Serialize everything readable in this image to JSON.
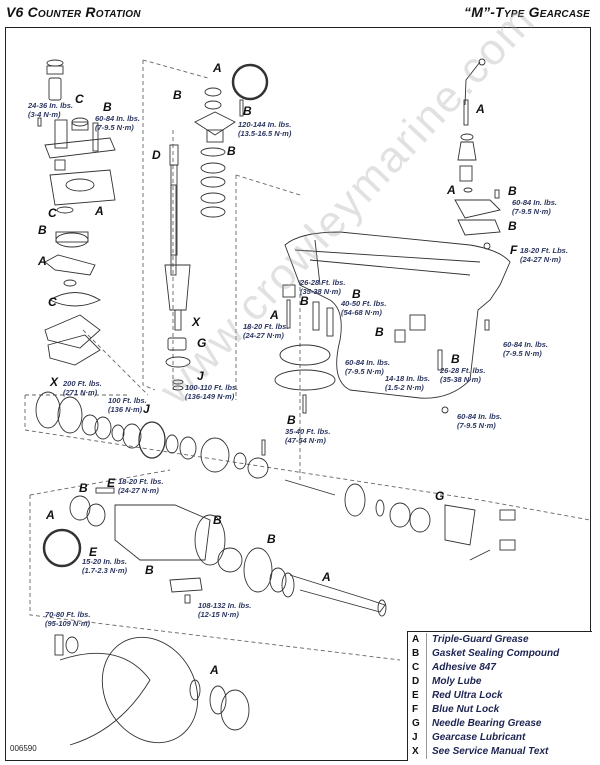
{
  "header": {
    "left_title": "V6 Counter Rotation",
    "right_title": "“M”-Type Gearcase"
  },
  "figure_number": "006590",
  "watermark": "www.crowleymarine.com",
  "labels": [
    {
      "t": "24-36 In. lbs."
    },
    {
      "t": "(3-4 N·m)"
    },
    {
      "t": "C"
    },
    {
      "t": "B"
    },
    {
      "t": "60-84 In. lbs."
    },
    {
      "t": "(7-9.5 N·m)"
    },
    {
      "t": "C"
    },
    {
      "t": "A"
    },
    {
      "t": "B"
    },
    {
      "t": "A"
    },
    {
      "t": "C"
    },
    {
      "t": "A"
    },
    {
      "t": "B"
    },
    {
      "t": "B"
    },
    {
      "t": "120-144 In. lbs."
    },
    {
      "t": "(13.5-16.5 N·m)"
    },
    {
      "t": "D"
    },
    {
      "t": "B"
    },
    {
      "t": "X"
    },
    {
      "t": "G"
    },
    {
      "t": "J"
    },
    {
      "t": "100-110 Ft. lbs."
    },
    {
      "t": "(136-149 N·m)"
    },
    {
      "t": "A"
    },
    {
      "t": "A"
    },
    {
      "t": "B"
    },
    {
      "t": "60-84 In. lbs."
    },
    {
      "t": "(7-9.5 N·m)"
    },
    {
      "t": "B"
    },
    {
      "t": "F"
    },
    {
      "t": "18-20 Ft. Lbs."
    },
    {
      "t": "(24-27 N·m)"
    },
    {
      "t": "26-28 Ft. lbs."
    },
    {
      "t": "(35-38 N·m)"
    },
    {
      "t": "B"
    },
    {
      "t": "40-50 Ft. lbs."
    },
    {
      "t": "(54-68 N·m)"
    },
    {
      "t": "B"
    },
    {
      "t": "A"
    },
    {
      "t": "18-20 Ft. lbs."
    },
    {
      "t": "(24-27 N·m)"
    },
    {
      "t": "B"
    },
    {
      "t": "60-84 In. lbs."
    },
    {
      "t": "(7-9.5 N·m)"
    },
    {
      "t": "14-18 In. lbs."
    },
    {
      "t": "(1.5-2 N·m)"
    },
    {
      "t": "B"
    },
    {
      "t": "26-28 Ft. lbs."
    },
    {
      "t": "(35-38 N·m)"
    },
    {
      "t": "60-84 In. lbs."
    },
    {
      "t": "(7-9.5 N·m)"
    },
    {
      "t": "B"
    },
    {
      "t": "35-40 Ft. lbs."
    },
    {
      "t": "(47-54 N·m)"
    },
    {
      "t": "60-84 In. lbs."
    },
    {
      "t": "(7-9.5 N·m)"
    },
    {
      "t": "X"
    },
    {
      "t": "200 Ft. lbs."
    },
    {
      "t": "(271 N·m)"
    },
    {
      "t": "100 Ft. lbs."
    },
    {
      "t": "(136 N·m)"
    },
    {
      "t": "J"
    },
    {
      "t": "E"
    },
    {
      "t": "18-20 Ft. lbs."
    },
    {
      "t": "(24-27 N·m)"
    },
    {
      "t": "B"
    },
    {
      "t": "A"
    },
    {
      "t": "E"
    },
    {
      "t": "15-20 In. lbs."
    },
    {
      "t": "(1.7-2.3 N·m)"
    },
    {
      "t": "B"
    },
    {
      "t": "B"
    },
    {
      "t": "B"
    },
    {
      "t": "G"
    },
    {
      "t": "A"
    },
    {
      "t": "108-132 In. lbs."
    },
    {
      "t": "(12-15 N·m)"
    },
    {
      "t": "70-80 Ft. lbs."
    },
    {
      "t": "(95-109 N·m)"
    },
    {
      "t": "A"
    }
  ],
  "legend": [
    {
      "key": "A",
      "value": "Triple-Guard Grease"
    },
    {
      "key": "B",
      "value": "Gasket Sealing Compound"
    },
    {
      "key": "C",
      "value": "Adhesive 847"
    },
    {
      "key": "D",
      "value": "Moly Lube"
    },
    {
      "key": "E",
      "value": "Red Ultra Lock"
    },
    {
      "key": "F",
      "value": "Blue Nut Lock"
    },
    {
      "key": "G",
      "value": "Needle Bearing Grease"
    },
    {
      "key": "J",
      "value": "Gearcase Lubricant"
    },
    {
      "key": "X",
      "value": "See Service Manual Text"
    }
  ]
}
